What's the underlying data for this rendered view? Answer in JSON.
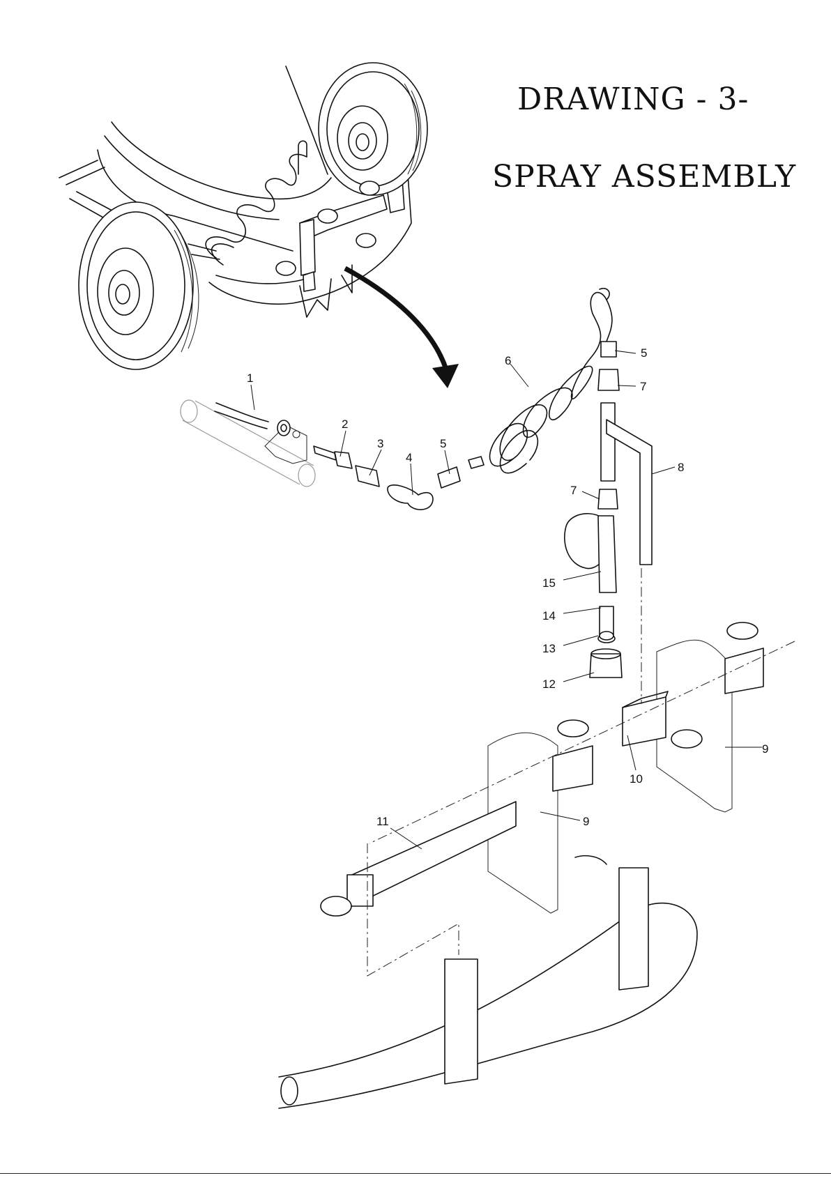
{
  "title": "DRAWING - 3-",
  "subtitle": "SPRAY  ASSEMBLY",
  "callouts": [
    "1",
    "2",
    "3",
    "4",
    "5",
    "5",
    "6",
    "7",
    "7",
    "8",
    "9",
    "9",
    "10",
    "11",
    "12",
    "13",
    "14",
    "15"
  ],
  "icons": {
    "cart": "sprayer-cart-illustration",
    "arrow": "curved-arrow-icon",
    "hose": "coiled-hose",
    "knob": "star-knob-icon"
  },
  "colors": {
    "line": "#111111",
    "background": "#ffffff"
  }
}
